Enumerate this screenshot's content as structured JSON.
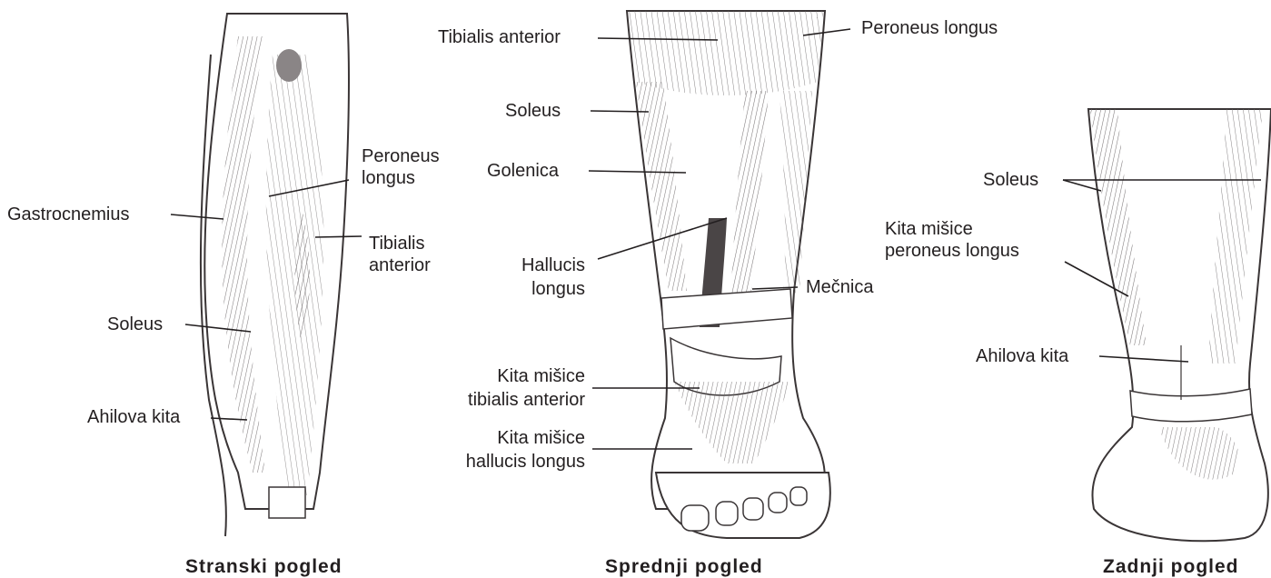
{
  "panels": [
    {
      "caption": "Stranski pogled",
      "labels": {
        "peroneus_longus": [
          "Peroneus",
          "longus"
        ],
        "gastrocnemius": "Gastrocnemius",
        "tibialis_anterior": [
          "Tibialis",
          "anterior"
        ],
        "soleus": "Soleus",
        "ahilova_kita": "Ahilova kita"
      }
    },
    {
      "caption": "Sprednji pogled",
      "labels": {
        "tibialis_anterior": "Tibialis anterior",
        "peroneus_longus": "Peroneus longus",
        "soleus": "Soleus",
        "golenica": "Golenica",
        "hallucis_longus": [
          "Hallucis",
          "longus"
        ],
        "mecnica": "Mečnica",
        "kita_tibialis": [
          "Kita mišice",
          "tibialis anterior"
        ],
        "kita_hallucis": [
          "Kita mišice",
          "hallucis longus"
        ]
      }
    },
    {
      "caption": "Zadnji pogled",
      "labels": {
        "soleus": "Soleus",
        "kita_peroneus": [
          "Kita mišice",
          "peroneus longus"
        ],
        "ahilova_kita": "Ahilova kita"
      }
    }
  ],
  "colors": {
    "ink": "#231f20",
    "line": "#3a3536",
    "shade": "#6b6667"
  }
}
